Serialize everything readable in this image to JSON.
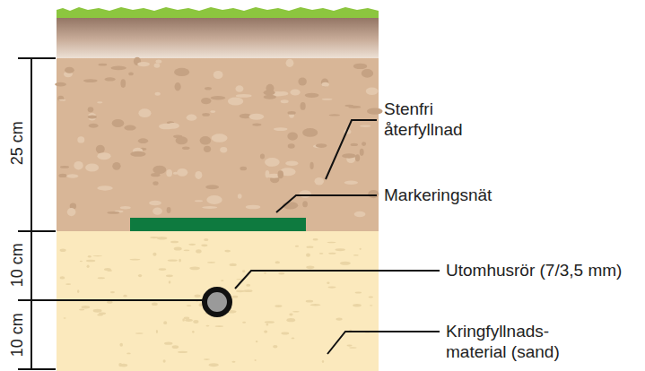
{
  "diagram": {
    "labels": [
      "25 cm",
      "10 cm",
      "10 cm",
      "Stenfri återfyllnad",
      "Markeringsnät",
      "Utomhusrör (7/3,5 mm)",
      "Kringfyllnads- material (sand)"
    ]
  }
}
